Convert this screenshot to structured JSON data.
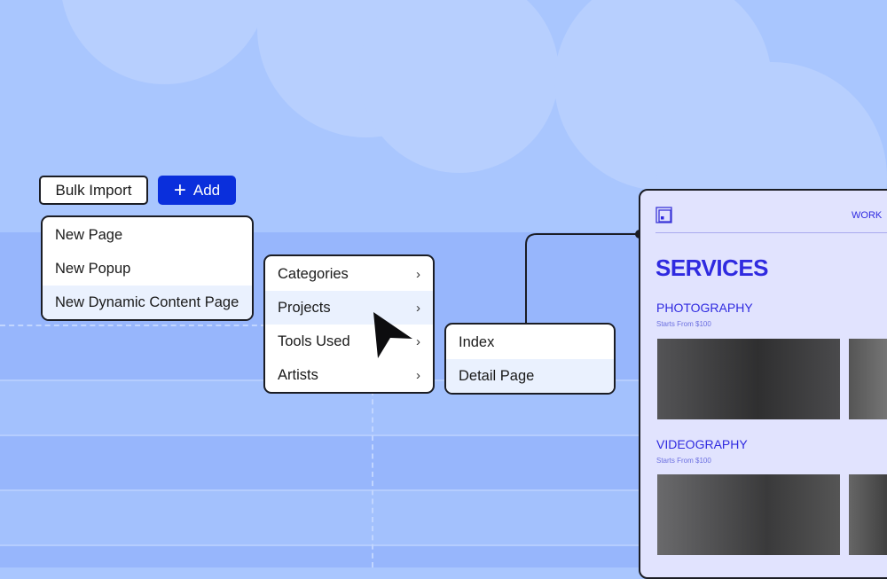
{
  "toolbar": {
    "bulk_import": "Bulk Import",
    "add": "Add",
    "add_icon": "plus-icon"
  },
  "add_menu": {
    "items": [
      {
        "label": "New Page"
      },
      {
        "label": "New Popup"
      },
      {
        "label": "New Dynamic Content Page"
      }
    ],
    "highlighted": "New Dynamic Content Page"
  },
  "collections_menu": {
    "items": [
      {
        "label": "Categories"
      },
      {
        "label": "Projects"
      },
      {
        "label": "Tools Used"
      },
      {
        "label": "Artists"
      }
    ],
    "highlighted": "Projects",
    "chevron": "›"
  },
  "page_menu": {
    "items": [
      {
        "label": "Index"
      },
      {
        "label": "Detail Page"
      }
    ],
    "highlighted": "Detail Page"
  },
  "preview": {
    "nav_link": "WORK",
    "title": "SERVICES",
    "sections": [
      {
        "title": "PHOTOGRAPHY",
        "subtitle": "Starts From $100"
      },
      {
        "title": "VIDEOGRAPHY",
        "subtitle": "Starts From $100"
      }
    ]
  },
  "colors": {
    "accent": "#0a2fdc",
    "preview_text": "#2f2ae0",
    "background": "#a9c6fe"
  }
}
